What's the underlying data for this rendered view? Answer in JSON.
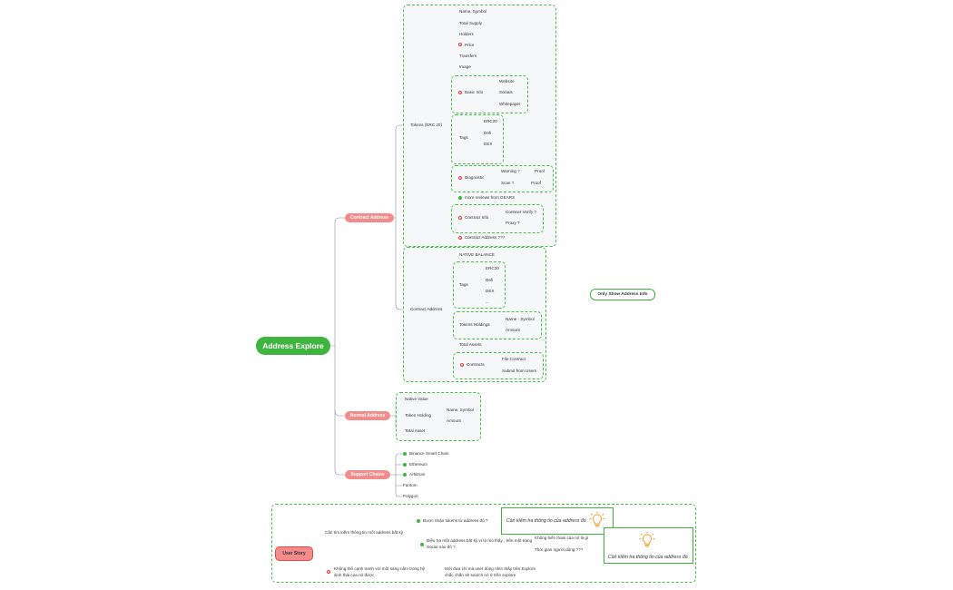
{
  "root": "Address Explore",
  "only_show": "Only Show Address Info",
  "branches": {
    "contract_address": "Contract Address",
    "normal_address": "Normal Address",
    "support_chains": "Support Chains"
  },
  "tokens": {
    "label": "Tokens (ERC 20)",
    "items": [
      "Name, Symbol",
      "Total Supply",
      "Holders",
      "Price",
      "Transfers",
      "Image"
    ],
    "basic_info": {
      "label": "Basic Info",
      "items": [
        "Website",
        "Socials",
        "Whitepaper"
      ]
    },
    "tags": {
      "label": "Tags",
      "items": [
        "ERC20",
        "Defi",
        "DEX"
      ]
    },
    "diagnostic": {
      "label": "Diagnostic",
      "warning": "Warning ?",
      "scan": "Scan ?",
      "proof1": "Proof",
      "proof2": "Proof"
    },
    "more_reviews": "more reviews from GEARS",
    "contract_info": {
      "label": "Contract Info",
      "items": [
        "Contract Verify ?",
        "Proxy ?"
      ]
    },
    "contract_address_q": "Contract Address ???"
  },
  "contract": {
    "label": "Contract Address",
    "native_balance": "NATIVE BALANCE",
    "tags": {
      "label": "Tags",
      "items": [
        "ERC20",
        "Defi",
        "DEX",
        "..."
      ]
    },
    "holdings": {
      "label": "Tokens Holdings",
      "items": [
        "Name - Symbol",
        "Amount"
      ]
    },
    "total_assets": "Total Assets",
    "contracts": {
      "label": "Contracts",
      "items": [
        "File Contract",
        "Submit from Users"
      ]
    }
  },
  "normal": {
    "native_value": "Native Value",
    "token_holding": "Token Holding",
    "sub": [
      "Name, Symbol",
      "Amount"
    ],
    "total_asset": "Total Asset"
  },
  "chains": [
    "Binance Smart Chain",
    "Ethereum",
    "Arbitrum",
    "Fantom",
    "Polygon"
  ],
  "story": {
    "label": "User Story",
    "q1": "Cần tìm kiếm thông tin một address bất kỳ",
    "a1": "Được nhận tokens từ address đó ?",
    "a2_l1": "Điều tra một address bất kỳ vì tò mò thấy , trên một trang",
    "a2_l2": "Social nào đó ?",
    "s1": "Không biết chain của nó là gì",
    "s2": "Thời gian người dùng ???",
    "callout1": "Cần kiểm tra thông tin của address đó",
    "callout2": "Cần kiểm tra thông tin của address đó",
    "q2_l1": "Không thể cạnh tranh với một sàng nằm trong hệ",
    "q2_l2": "sinh thái của nó được",
    "r2_l1": "Mới đưa chỉ mà user dùng nhìn thấy trên Explore",
    "r2_l2": "chắc chắn sẽ search nó ở trên explore"
  },
  "colors": {
    "green": "#3fb53f",
    "pink": "#f38b8b",
    "red": "#e04040",
    "bulb": "#f0a030"
  }
}
